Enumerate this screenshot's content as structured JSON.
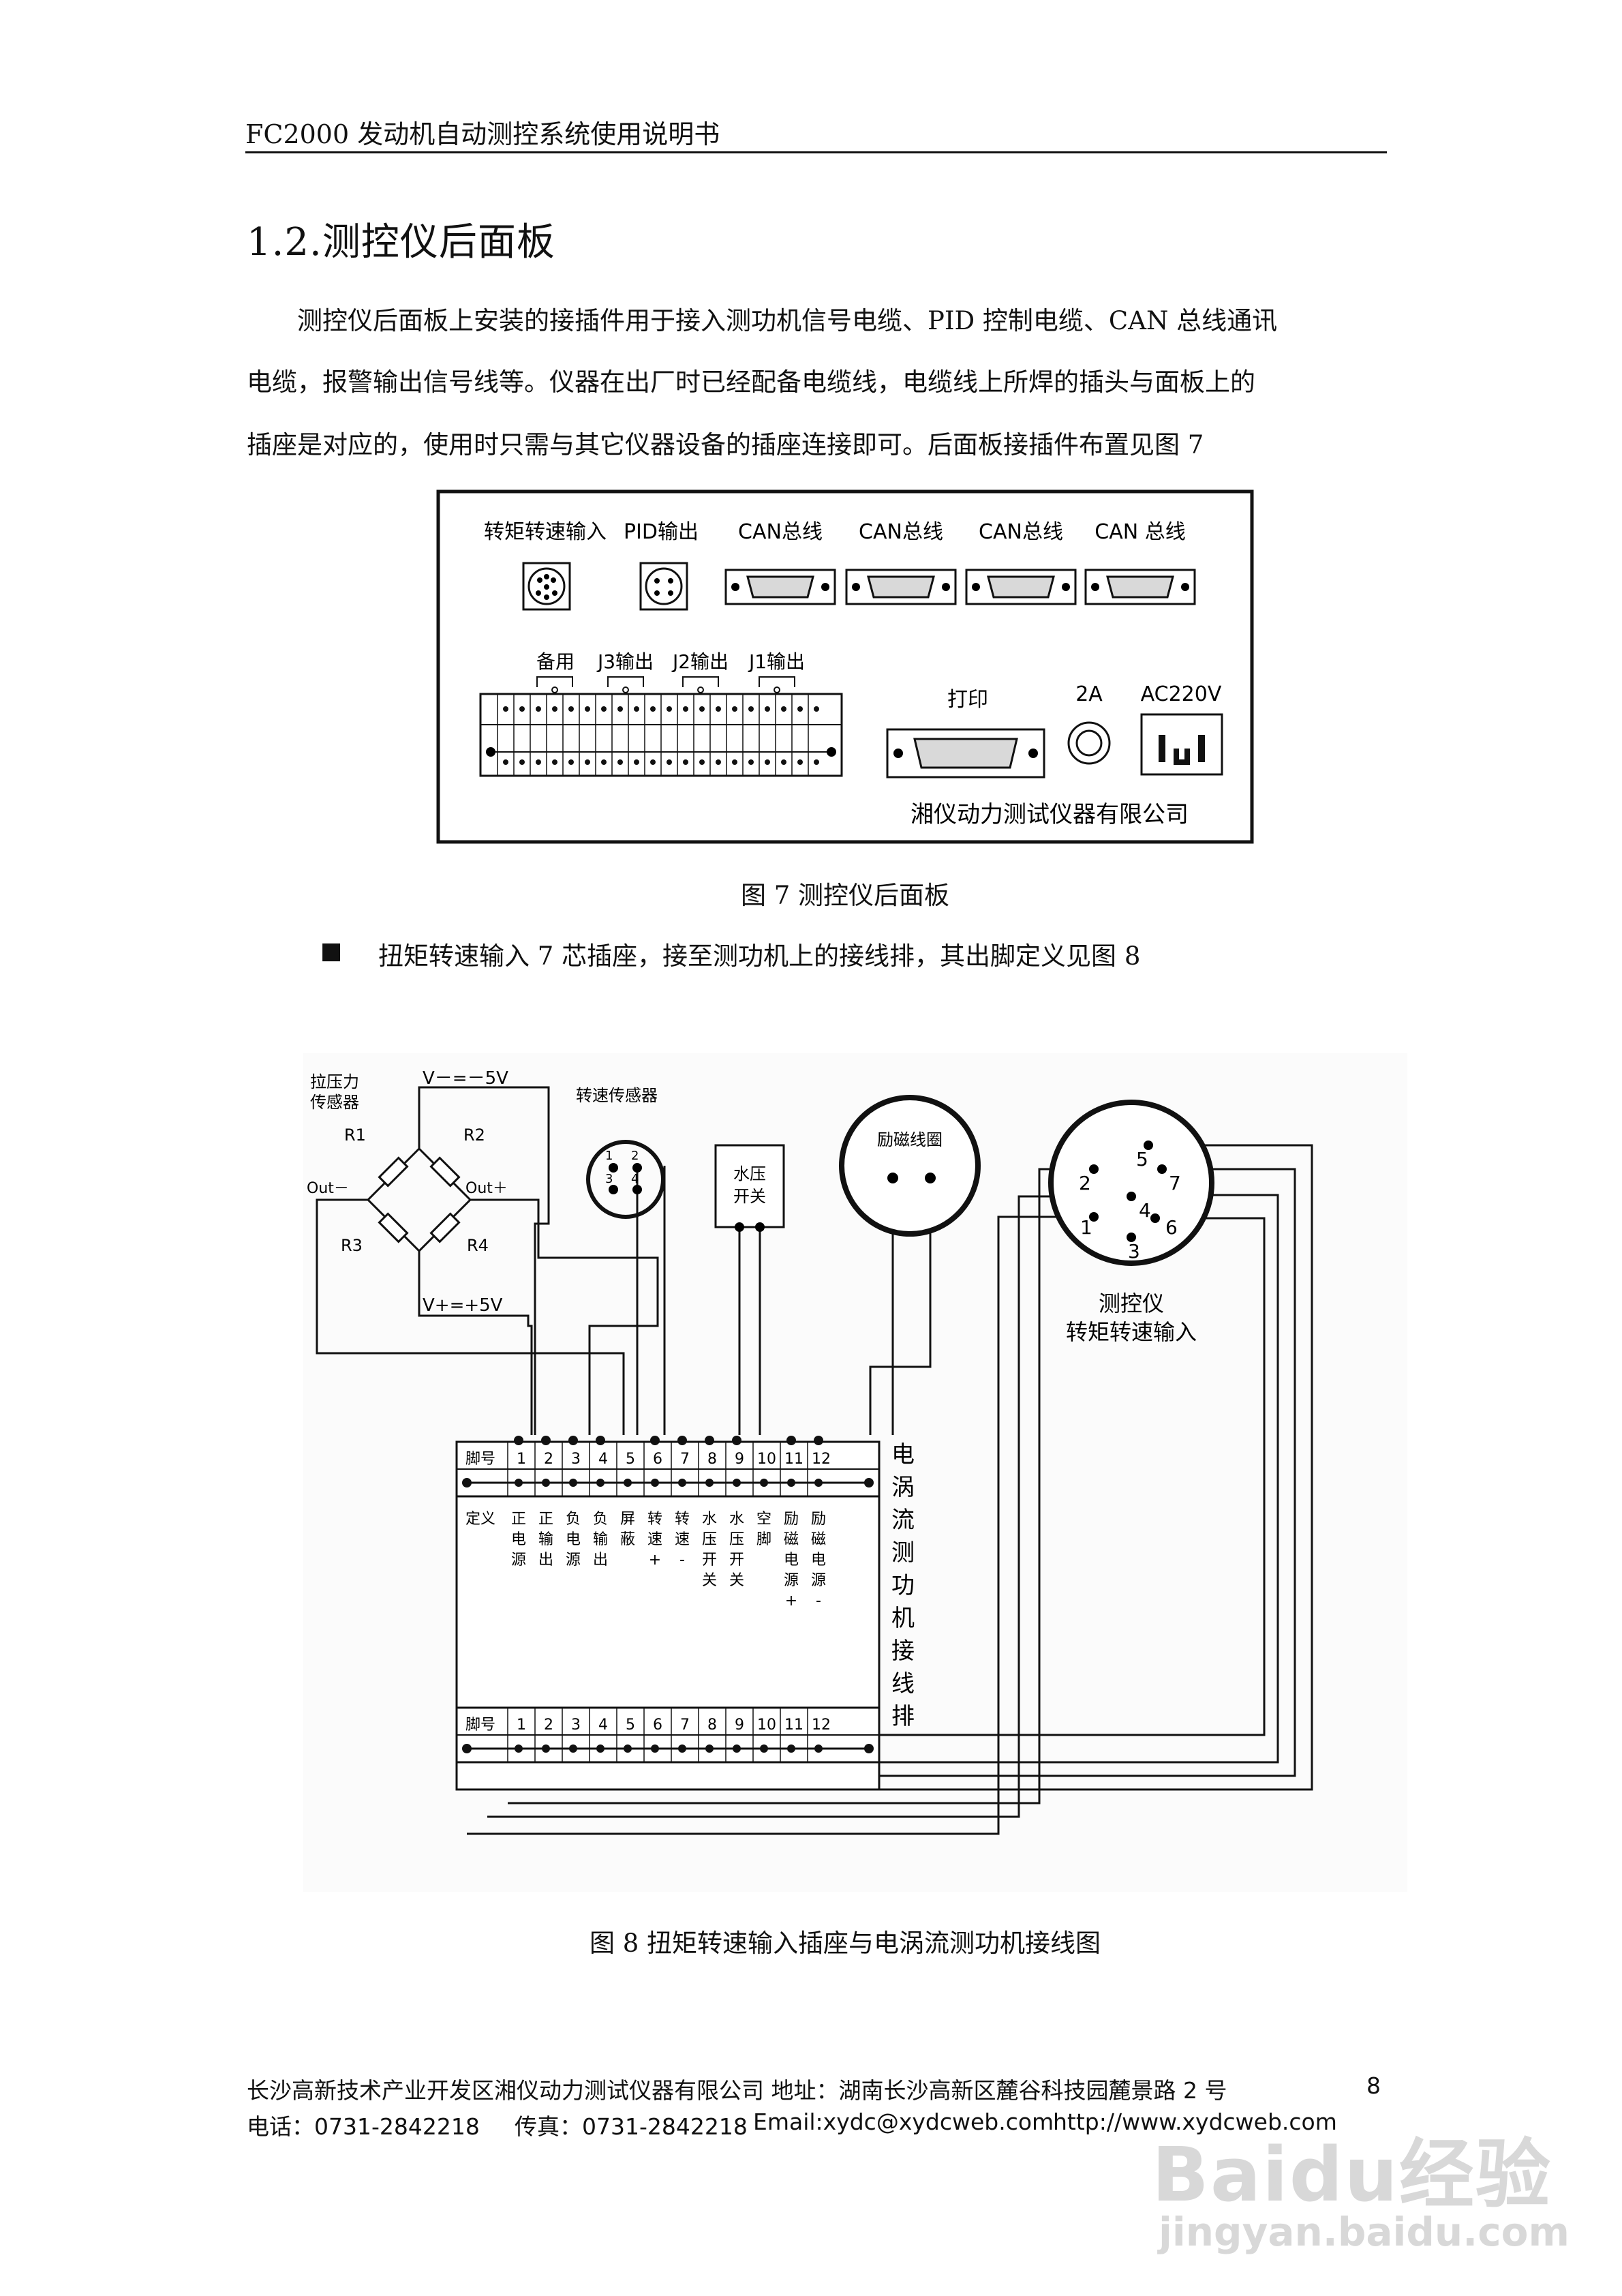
{
  "header": {
    "doc_title": "FC2000 发动机自动测控系统使用说明书"
  },
  "section": {
    "title": "1.2.测控仪后面板"
  },
  "body": {
    "para1_line1": "测控仪后面板上安装的接插件用于接入测功机信号电缆、PID 控制电缆、CAN 总线通讯",
    "para1_line2": "电缆，报警输出信号线等。仪器在出厂时已经配备电缆线，电缆线上所焊的插头与面板上的",
    "para1_line3": "插座是对应的，使用时只需与其它仪器设备的插座连接即可。后面板接插件布置见图 7",
    "bullet_marker": "■",
    "bullet_text": "扭矩转速输入 7 芯插座，接至测功机上的接线排，其出脚定义见图 8"
  },
  "figure7": {
    "caption": "图 7  测控仪后面板",
    "labels": {
      "torque_input": "转矩转速输入",
      "pid_output": "PID输出",
      "can1": "CAN总线",
      "can2": "CAN总线",
      "can3": "CAN总线",
      "can4": "CAN 总线",
      "spare": "备用",
      "j3": "J3输出",
      "j2": "J2输出",
      "j1": "J1输出",
      "print": "打印",
      "fuse": "2A",
      "power": "AC220V",
      "company": "湘仪动力测试仪器有限公司"
    }
  },
  "figure8": {
    "caption": "图 8 扭矩转速输入插座与电涡流测功机接线图",
    "labels": {
      "load_sensor": [
        "拉压力",
        "传感器"
      ],
      "v_minus": "V－=－5V",
      "v_plus": "V+=+5V",
      "r1": "R1",
      "r2": "R2",
      "r3": "R3",
      "r4": "R4",
      "out_minus": "Out－",
      "out_plus": "Out＋",
      "speed_sensor": "转速传感器",
      "water_switch": [
        "水压",
        "开关"
      ],
      "coil": "励磁线圈",
      "instrument": "测控仪",
      "instrument_sub": "转矩转速输入",
      "block_title": "电涡流测功机接线排",
      "pin_header": "脚号",
      "def_header": "定义"
    },
    "socket_pins": [
      "5",
      "2",
      "7",
      "4",
      "1",
      "6",
      "3"
    ],
    "sensor_pins": [
      "1",
      "2",
      "3",
      "4"
    ],
    "terminal_pins": [
      "1",
      "2",
      "3",
      "4",
      "5",
      "6",
      "7",
      "8",
      "9",
      "10",
      "11",
      "12"
    ],
    "definitions": [
      "正电源",
      "正输出",
      "负电源",
      "负输出",
      "屏蔽",
      "转速+",
      "转速-",
      "水压开关",
      "水压开关",
      "空脚",
      "励磁电源+",
      "励磁电源-"
    ]
  },
  "footer": {
    "line1": "长沙高新技术产业开发区湘仪动力测试仪器有限公司  地址：湖南长沙高新区麓谷科技园麓景路 2 号",
    "page_number": "8",
    "phone": "电话：0731-2842218",
    "fax": "传真：0731-2842218",
    "email": "Email:xydc@xydcweb.com",
    "website": "http://www.xydcweb.com"
  },
  "watermark": {
    "brand": "Baidu经验",
    "url": "jingyan.baidu.com"
  }
}
